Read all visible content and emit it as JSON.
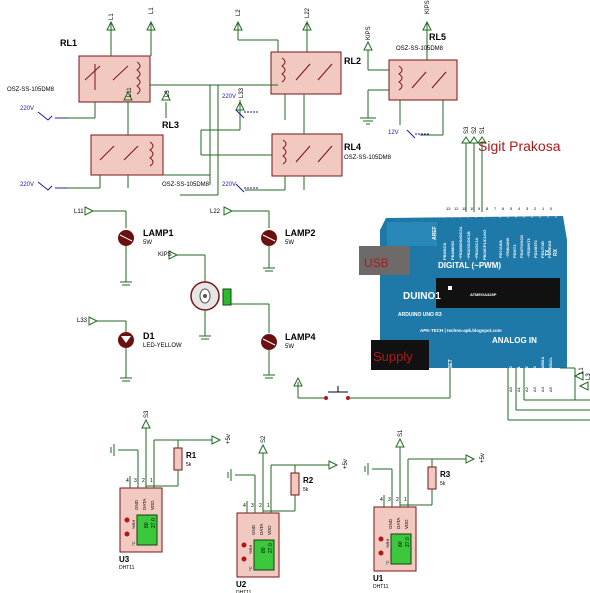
{
  "author": "Sigit Prakosa",
  "relays": [
    {
      "ref": "RL1",
      "part": "OSZ-SS-105DM8",
      "supply": "220V"
    },
    {
      "ref": "RL2",
      "part": "",
      "supply": "220V"
    },
    {
      "ref": "RL3",
      "part": "OSZ-SS-105DM8",
      "supply": "220V"
    },
    {
      "ref": "RL4",
      "part": "OSZ-SS-105DM8",
      "supply": "220V"
    },
    {
      "ref": "RL5",
      "part": "OSZ-SS-105DM8",
      "supply": "12V"
    }
  ],
  "terminals": {
    "l1a": "L1",
    "l1b": "L1",
    "l2a": "L2",
    "l22a": "L22",
    "l3a": "L3",
    "l33a": "L33",
    "l11a": "L11",
    "l11b": "L11",
    "l22b": "L22",
    "kips1": "KIPS",
    "kips2": "KIPS",
    "kips3": "KIPS",
    "s1": "S1",
    "s2": "S2",
    "s3": "S3",
    "s1b": "S1",
    "s2b": "S2",
    "s3b": "S3",
    "l1c": "L1",
    "l2c": "L2",
    "l3c": "L3"
  },
  "loads": [
    {
      "ref": "LAMP1",
      "value": "5W"
    },
    {
      "ref": "LAMP2",
      "value": "5W"
    },
    {
      "ref": "LAMP4",
      "value": "5W"
    },
    {
      "ref": "D1",
      "value": "LED-YELLOW"
    }
  ],
  "arduino": {
    "name": "DUINO1",
    "model": "ARDUINO UNO R3",
    "site": "APK-TECH | techno-apk.blogspot.com",
    "digital": "DIGITAL (~PWM)",
    "analog": "ANALOG IN",
    "aref": "AREF",
    "reset": "RESET",
    "chip_top": "ATMEGA328P",
    "chip_bot": "",
    "tx": "TX",
    "rx": "RX",
    "pb_pins": [
      "PB5/SCK",
      "PB4/MISO",
      "~PB3/MOSI/OC2A",
      "~PB2/SS/OC1B",
      "~PB1/OC1A",
      "PB0/ICP1/CLKO"
    ],
    "pd_pins": [
      "PD7/AIN1",
      "~PD6/AIN0",
      "PD5/T1",
      "PD4/T0/XCK",
      "~PD3/INT1",
      "PD2/INT0",
      "PD1/TXD",
      "PD0/RXD"
    ],
    "pc_pins": [
      "PC0/ADC0",
      "PC1/ADC1",
      "PC2/ADC2",
      "PC3/ADC3",
      "PC4/ADC4/SDA",
      "PC5/ADC5/SCL"
    ],
    "a_pins": [
      "A0",
      "A1",
      "A2",
      "A3",
      "A4",
      "A5"
    ],
    "digital_numbers": [
      "13",
      "12",
      "11",
      "10",
      "9",
      "8",
      "7",
      "6",
      "5",
      "4",
      "3",
      "2",
      "1",
      "0"
    ]
  },
  "boxes": {
    "usb": "USB",
    "supply": "Supply"
  },
  "sensors": [
    {
      "ref": "U3",
      "part": "DHT11",
      "signal": "S3",
      "resistor": "R1",
      "rvalue": "5k",
      "reading_t": "27.0",
      "reading_h": "80",
      "vcc": "+5v",
      "pins": [
        "4",
        "3",
        "2",
        "1"
      ],
      "pin_names": [
        "GND",
        "DATA",
        "VDD"
      ],
      "unit_h": "%RH",
      "unit_t": "°C"
    },
    {
      "ref": "U2",
      "part": "DHT11",
      "signal": "S2",
      "resistor": "R2",
      "rvalue": "5k",
      "reading_t": "27.0",
      "reading_h": "80",
      "vcc": "+5v",
      "pins": [
        "4",
        "3",
        "2",
        "1"
      ],
      "pin_names": [
        "GND",
        "DATA",
        "VDD"
      ],
      "unit_h": "%RH",
      "unit_t": "°C"
    },
    {
      "ref": "U1",
      "part": "DHT11",
      "signal": "S1",
      "resistor": "R3",
      "rvalue": "5k",
      "reading_t": "27.0",
      "reading_h": "80",
      "vcc": "+5v",
      "pins": [
        "4",
        "3",
        "2",
        "1"
      ],
      "pin_names": [
        "GND",
        "DATA",
        "VDD"
      ],
      "unit_h": "%RH",
      "unit_t": "°C"
    }
  ],
  "colors": {
    "arduino_board": "#1f79a8",
    "relay_fill": "#f2c9c0",
    "wire_green": "#1f6a1f",
    "wire_red": "#7a1414",
    "usb_box": "#6f6a6a",
    "supply_box": "#111111",
    "author_text": "#b01818",
    "dht_lcd": "#3cc83c"
  }
}
